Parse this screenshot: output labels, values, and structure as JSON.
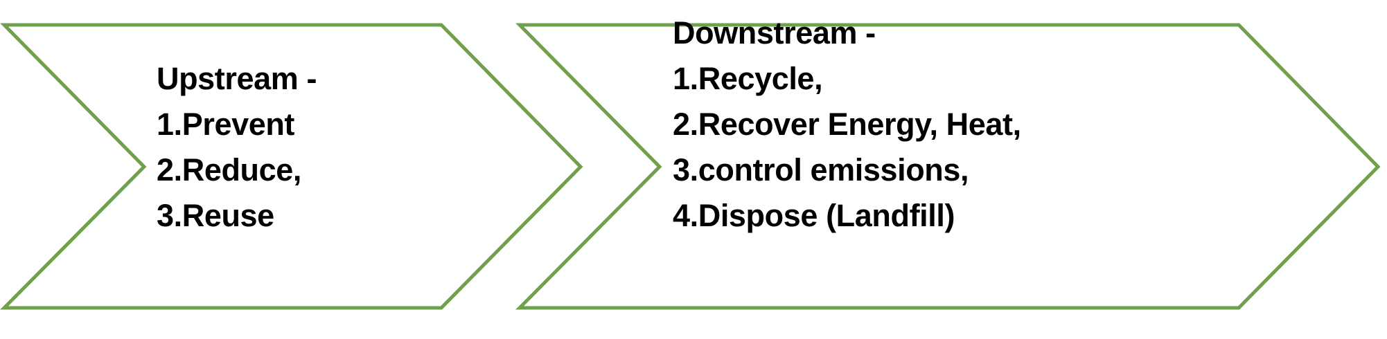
{
  "diagram": {
    "title": "Waste management hierarchy chevron diagram",
    "background_color": "#ffffff",
    "accent_color": "#6fa04b",
    "text_color": "#000000",
    "stages": [
      {
        "id": "upstream",
        "heading": "Upstream -",
        "items": [
          "1.Prevent",
          "2.Reduce,",
          "3.Reuse"
        ]
      },
      {
        "id": "downstream",
        "heading": "Downstream -",
        "items": [
          "1.Recycle,",
          "2.Recover Energy, Heat,",
          "3.control emissions,",
          "4.Dispose (Landfill)"
        ]
      }
    ]
  }
}
